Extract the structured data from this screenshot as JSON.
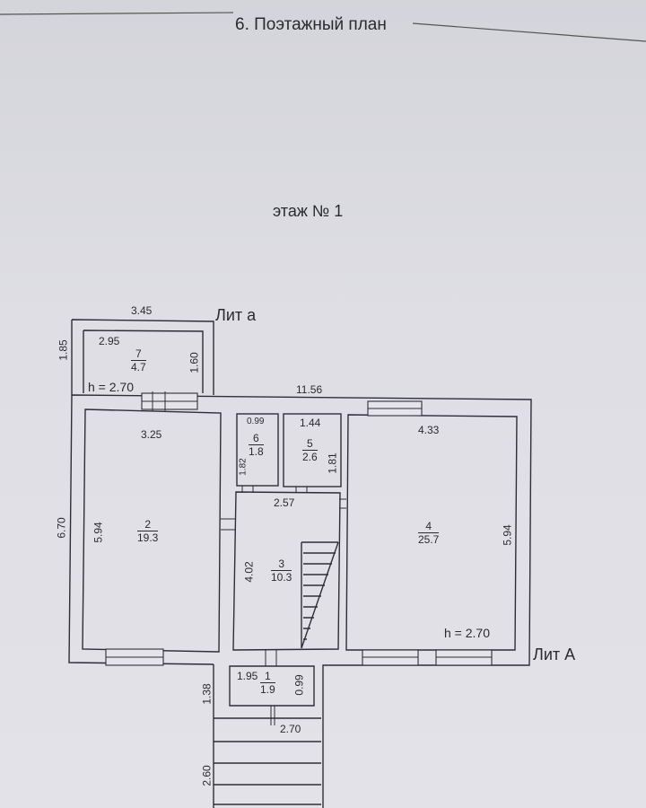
{
  "document": {
    "title": "6. Поэтажный план",
    "floor_label": "этаж № 1"
  },
  "labels": {
    "lit_small": "Лит а",
    "lit_main": "Лит А",
    "height_annex": "h = 2.70",
    "height_main": "h = 2.70"
  },
  "dimensions": {
    "annex_outer_width": "3.45",
    "annex_outer_height": "1.85",
    "annex_inner_width": "2.95",
    "annex_inner_height": "1.60",
    "main_outer_width": "11.56",
    "main_outer_height": "6.70",
    "room2_width": "3.25",
    "room2_height": "5.94",
    "room6_width": "0.99",
    "room6_height": "1.82",
    "room5_width": "1.44",
    "room5_height": "1.81",
    "room3_width": "2.57",
    "room3_height": "4.02",
    "room4_width": "4.33",
    "room4_height": "5.94",
    "room1_width": "1.95",
    "room1_height": "0.99",
    "porch_height": "1.38",
    "stairs_width": "2.70",
    "stairs_height": "2.60"
  },
  "rooms": [
    {
      "number": "7",
      "area": "4.7"
    },
    {
      "number": "2",
      "area": "19.3"
    },
    {
      "number": "6",
      "area": "1.8"
    },
    {
      "number": "5",
      "area": "2.6"
    },
    {
      "number": "3",
      "area": "10.3"
    },
    {
      "number": "4",
      "area": "25.7"
    },
    {
      "number": "1",
      "area": "1.9"
    }
  ]
}
